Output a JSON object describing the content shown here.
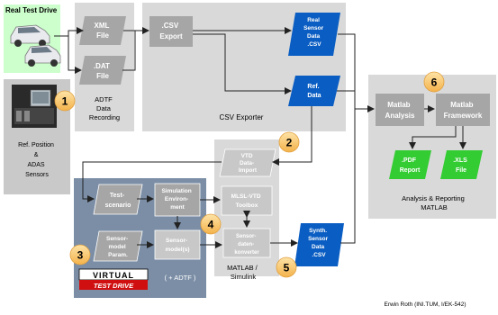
{
  "real_test_drive": {
    "title": "Real Test Drive"
  },
  "ref_sensors": {
    "lines": [
      "Ref. Position",
      "&",
      "ADAS",
      "Sensors"
    ]
  },
  "adtf": {
    "xml_file": [
      "XML",
      "File"
    ],
    "dat_file": [
      ".DAT",
      "File"
    ],
    "caption": [
      "ADTF",
      "Data",
      "Recording"
    ]
  },
  "csv_exporter": {
    "csv_export": [
      ".CSV",
      "Export"
    ],
    "real_sensor_data": [
      "Real",
      "Sensor",
      "Data",
      ".CSV"
    ],
    "ref_data": [
      "Ref.",
      "Data"
    ],
    "caption": "CSV Exporter"
  },
  "matlab_section": {
    "analysis": [
      "Matlab",
      "Analysis"
    ],
    "framework": [
      "Matlab",
      "Framework"
    ],
    "pdf_report": [
      ".PDF",
      "Report"
    ],
    "xls_file": [
      ".XLS",
      "File"
    ],
    "caption": [
      "Analysis & Reporting",
      "MATLAB"
    ]
  },
  "vtd_data_import": [
    "VTD",
    "Data-",
    "Import"
  ],
  "vtd_section": {
    "test_scenario": [
      "Test-",
      "scenario"
    ],
    "simulation_environment": [
      "Simulation",
      "Environ-",
      "ment"
    ],
    "sensor_model_param": [
      "Sensor-",
      "model",
      "Param."
    ],
    "sensor_models": [
      "Sensor-",
      "model(s)"
    ],
    "logo_top": "VIRTUAL",
    "logo_bottom": "TEST DRIVE",
    "adtf_note": "( + ADTF )"
  },
  "simulink": {
    "toolbox": [
      "MLSL-VTD",
      "Toolbox"
    ],
    "converter": [
      "Sensor-",
      "daten-",
      "konverter"
    ],
    "synth_data": [
      "Synth.",
      "Sensor",
      "Data",
      ".CSV"
    ],
    "caption": [
      "MATLAB /",
      "Simulink"
    ]
  },
  "badges": [
    "1",
    "2",
    "3",
    "4",
    "5",
    "6"
  ],
  "footer": "Erwin Roth (INI.TUM, I/EK-542)",
  "colors": {
    "panel_gray": "#dddddd",
    "dark_gray": "#a6a6a6",
    "box_gray": "#b3b3b3",
    "blue_data": "#0a5dc2",
    "green": "#33cc33",
    "vtd_panel": "#7a8fa9",
    "badge": "#f9c56a"
  }
}
